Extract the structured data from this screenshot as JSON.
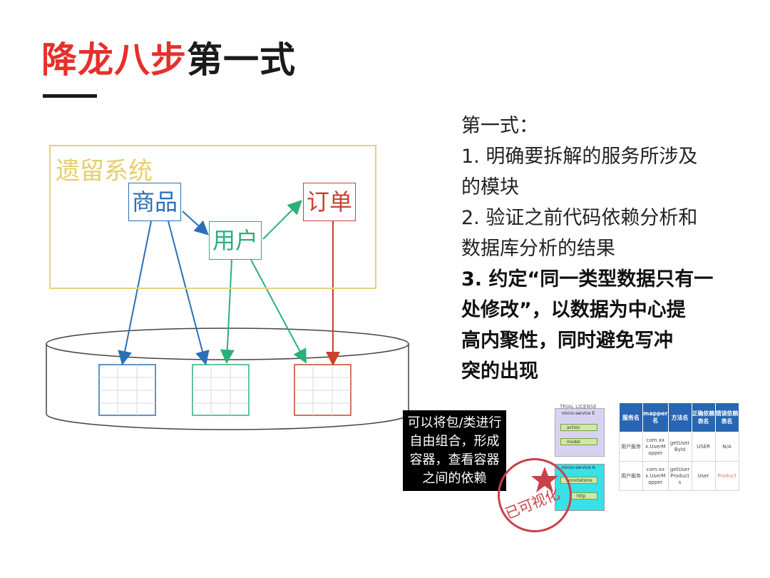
{
  "title": {
    "part1": "降龙八步",
    "part2": "第一式"
  },
  "diagram": {
    "legacy_label": "遗留系统",
    "modules": {
      "product": "商品",
      "user": "用户",
      "order": "订单"
    },
    "colors": {
      "product": "#2a6fb6",
      "user": "#2ab07a",
      "order": "#c9412e",
      "legacy": "#e6d27a"
    }
  },
  "right_text": {
    "heading": "第一式：",
    "lines": [
      "1.  明确要拆解的服务所涉及",
      "      的模块",
      "2.  验证之前代码依赖分析和",
      "      数据库分析的结果",
      "3.  约定“同一类型数据只有一",
      "      处修改”，以数据为中心提",
      "      高内聚性，同时避免写冲",
      "      突的出现"
    ]
  },
  "callout": {
    "lines": [
      "可以将包/类进行",
      "自由组合，形成",
      "容器，查看容器",
      "之间的依赖"
    ]
  },
  "stamp": {
    "text": "已可视化"
  },
  "mini_diagram": {
    "title": "TRIAL LICENSE",
    "service_e": "micro-service E",
    "service_a": "micro-service A",
    "e_items": [
      "action",
      "model"
    ],
    "a_items": [
      "annotations",
      "http"
    ]
  },
  "dep_table": {
    "headers": [
      "服务名",
      "mapper名",
      "方法名",
      "正确依赖表名",
      "错误依赖表名"
    ],
    "rows": [
      [
        "用户服务",
        "com.xxx.UserMapper",
        "getUserById",
        "USER",
        "N/A"
      ],
      [
        "用户服务",
        "com.xxx.UserMapper",
        "getUserProducts",
        "User",
        "Product"
      ]
    ]
  }
}
